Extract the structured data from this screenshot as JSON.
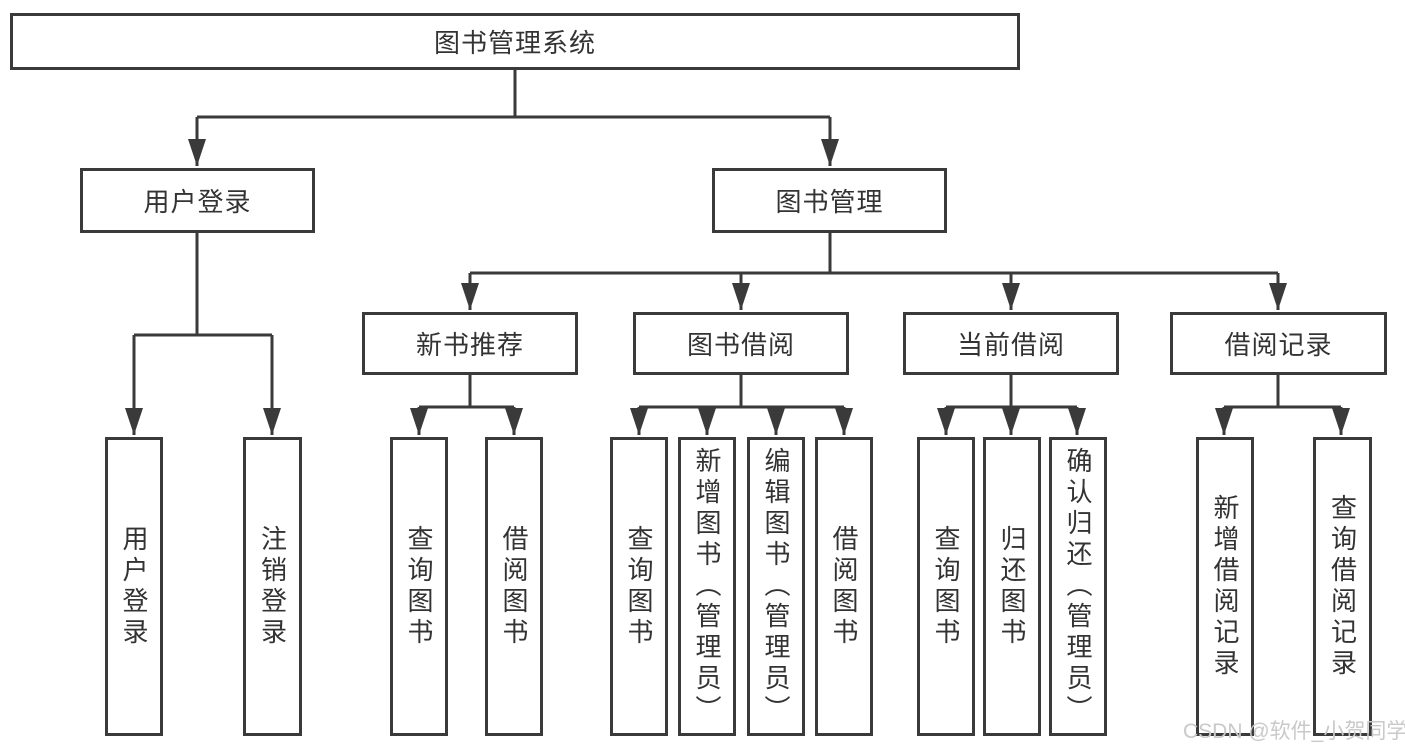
{
  "diagram": {
    "watermark": "CSDN @软件_小贺同学",
    "colors": {
      "line": "#3a3a3a",
      "box_border": "#3a3a3a",
      "text": "#333333",
      "watermark": "#c9c9c9",
      "background": "#ffffff"
    },
    "tree": {
      "label": "图书管理系统",
      "children": [
        {
          "label": "用户登录",
          "children": [
            {
              "label": "用户登录"
            },
            {
              "label": "注销登录"
            }
          ]
        },
        {
          "label": "图书管理",
          "children": [
            {
              "label": "新书推荐",
              "children": [
                {
                  "label": "查询图书"
                },
                {
                  "label": "借阅图书"
                }
              ]
            },
            {
              "label": "图书借阅",
              "children": [
                {
                  "label": "查询图书"
                },
                {
                  "label": "新增图书（管理员）"
                },
                {
                  "label": "编辑图书（管理员）"
                },
                {
                  "label": "借阅图书"
                }
              ]
            },
            {
              "label": "当前借阅",
              "children": [
                {
                  "label": "查询图书"
                },
                {
                  "label": "归还图书"
                },
                {
                  "label": "确认归还（管理员）"
                }
              ]
            },
            {
              "label": "借阅记录",
              "children": [
                {
                  "label": "新增借阅记录"
                },
                {
                  "label": "查询借阅记录"
                }
              ]
            }
          ]
        }
      ]
    }
  }
}
